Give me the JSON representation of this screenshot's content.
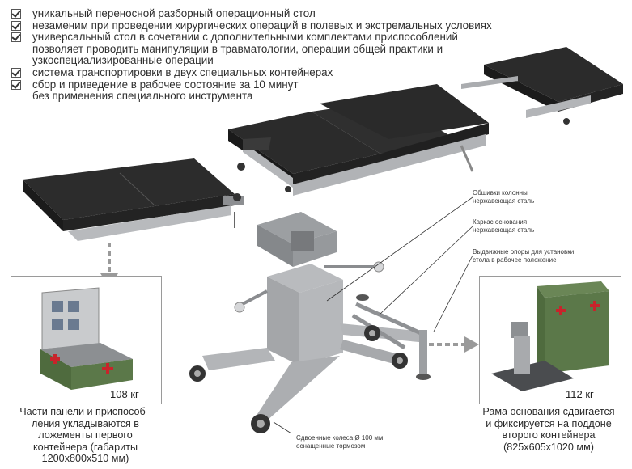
{
  "features": [
    {
      "lines": [
        "уникальный переносной разборный операционный стол"
      ]
    },
    {
      "lines": [
        "незаменим при проведении хирургических операций в полевых и экстремальных условиях"
      ]
    },
    {
      "lines": [
        "универсальный стол в сочетании с дополнительными комплектами приспособлений",
        "позволяет проводить манипуляции в травматологии, операции общей практики и",
        "узкоспециализированные операции"
      ]
    },
    {
      "lines": [
        "система транспортировки в двух специальных контейнерах"
      ]
    },
    {
      "lines": [
        "сбор и приведение в рабочее состояние за 10 минут",
        "без применения специального инструмента"
      ]
    }
  ],
  "callouts": {
    "column": [
      "Обшивки колонны",
      "нержавеющая сталь"
    ],
    "frame": [
      "Каркас основания",
      "нержавеющая сталь"
    ],
    "supports": [
      "Выдвижные опоры для установки",
      "стола в рабочее положение"
    ],
    "wheels": [
      "Сдвоенные колеса Ø 100 мм,",
      "оснащенные тормозом"
    ]
  },
  "left_panel": {
    "weight": "108 кг",
    "caption": [
      "Части панели и приспособ–",
      "ления укладываются в",
      "ложементы первого",
      "контейнера (габариты",
      "1200x800x510 мм)"
    ]
  },
  "right_panel": {
    "weight": "112 кг",
    "caption": [
      "Рама основания сдвигается",
      "и фиксируется на поддоне",
      "второго контейнера",
      "(825x605x1020 мм)"
    ]
  },
  "colors": {
    "mattress": "#2a2a2a",
    "metal": "#a9abae",
    "container_green": "#4f6b3e",
    "red_cross": "#c8242b"
  }
}
